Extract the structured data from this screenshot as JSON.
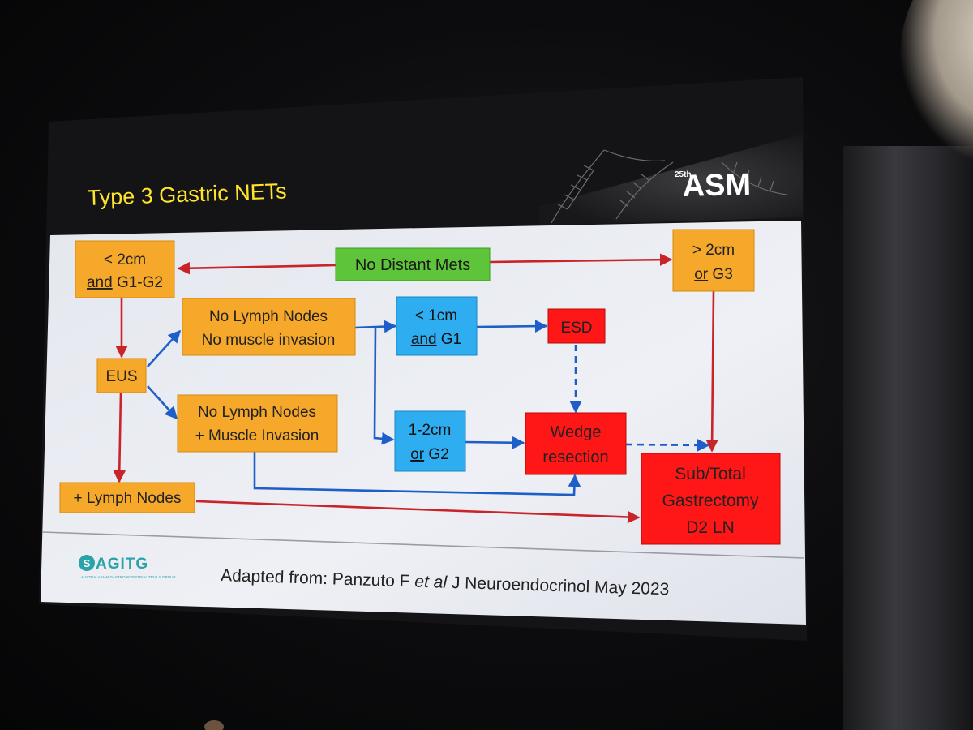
{
  "slide": {
    "title": "Type 3 Gastric NETs",
    "brand": {
      "superscript": "25th",
      "name": "ASM"
    },
    "footer": {
      "logo_text": "AGITG",
      "logo_subtext": "AUSTRALASIAN GASTRO-INTESTINAL TRIALS GROUP",
      "citation_prefix": "Adapted from: Panzuto F ",
      "citation_italic": "et al",
      "citation_suffix": " J Neuroendocrinol May 2023"
    }
  },
  "nodes": {
    "small_tumor": {
      "line1": "< 2cm",
      "line2_under": "and",
      "line2_rest": " G1-G2"
    },
    "no_distant_mets": {
      "line1": "No Distant Mets"
    },
    "large_tumor": {
      "line1": "> 2cm",
      "line2_under": "or",
      "line2_rest": " G3"
    },
    "eus": {
      "line1": "EUS"
    },
    "no_ln_no_muscle": {
      "line1": "No Lymph Nodes",
      "line2": "No muscle invasion"
    },
    "no_ln_muscle": {
      "line1": "No Lymph Nodes",
      "line2": "+ Muscle Invasion"
    },
    "lt1cm_g1": {
      "line1": "< 1cm",
      "line2_under": "and",
      "line2_rest": " G1"
    },
    "1to2cm_g2": {
      "line1": "1-2cm",
      "line2_under": "or",
      "line2_rest": " G2"
    },
    "esd": {
      "line1": "ESD"
    },
    "wedge": {
      "line1": "Wedge",
      "line2": "resection"
    },
    "ln_positive": {
      "line1": "+ Lymph Nodes"
    },
    "gastrectomy": {
      "line1": "Sub/Total",
      "line2": "Gastrectomy",
      "line3": "D2 LN"
    }
  },
  "colors": {
    "orange": "#f6a82a",
    "green": "#5ec43a",
    "blue": "#2eaef0",
    "red": "#ff1616",
    "arrow_red": "#c8242a",
    "arrow_blue": "#1e5ec8",
    "title_yellow": "#ffe42a",
    "slide_bg": "#e9ecf2"
  }
}
